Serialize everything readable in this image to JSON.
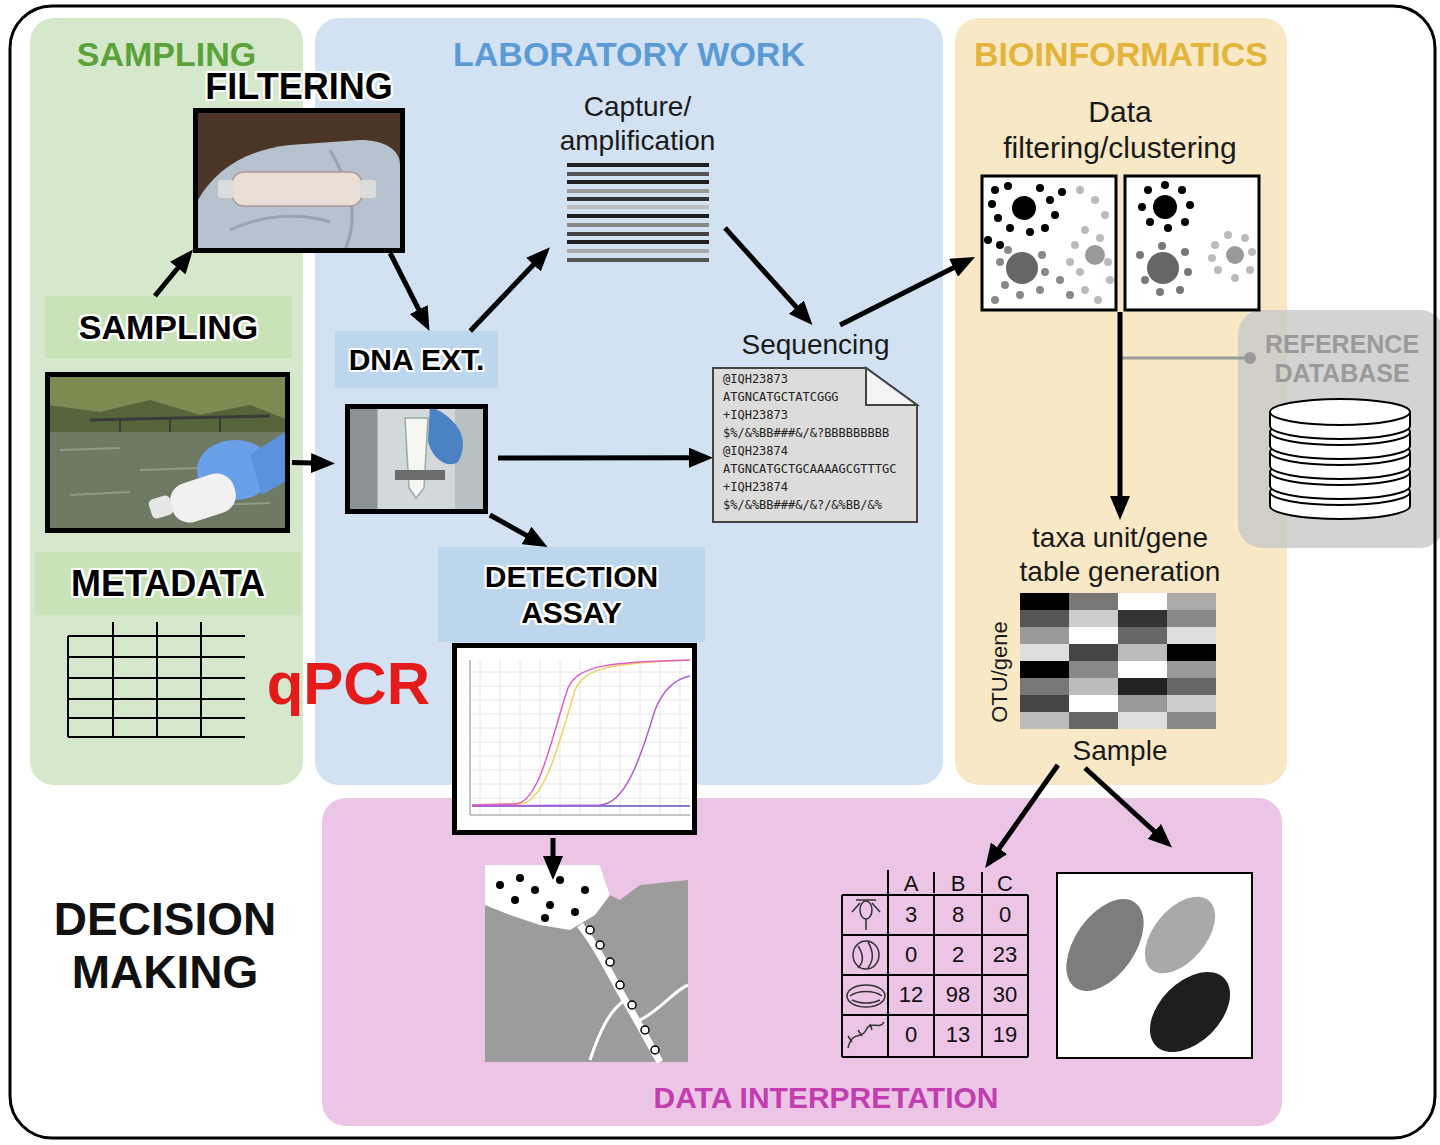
{
  "diagram": {
    "nodes": [
      {
        "text": [
          "SAMPLING"
        ]
      },
      {
        "text": [
          "FILTERING"
        ],
        "in": 0
      },
      {
        "text": [
          "SAMPLING"
        ],
        "in": 0
      },
      {
        "text": [
          "METADATA"
        ],
        "in": 0
      },
      {
        "text": [
          "LABORATORY WORK"
        ]
      },
      {
        "text": [
          "DNA EXT."
        ],
        "in": 4
      },
      {
        "text": [
          "Capture/ amplification"
        ],
        "in": 4
      },
      {
        "text": [
          "Sequencing",
          "@IQH23873",
          "ATGNCATGCTATCGGG",
          "+IQH23873",
          "$%/&%BB###&/&?BBBBBBBBB",
          "@IQH23874",
          "ATGNCATGCTGCAAAAGCGTTTGC",
          "+IQH23874",
          "$%/&%BB###&/&?/&%BB/&%"
        ],
        "in": 4
      },
      {
        "text": [
          "DETECTION ASSAY",
          "qPCR"
        ],
        "in": 4
      },
      {
        "text": [
          "BIOINFORMATICS"
        ]
      },
      {
        "text": [
          "Data filtering/clustering"
        ],
        "in": 9
      },
      {
        "text": [
          "REFERENCE DATABASE"
        ]
      },
      {
        "text": [
          "taxa unit/gene table generation",
          "OTU/gene",
          "Sample"
        ],
        "in": 9
      },
      {
        "text": [
          "DATA INTERPRETATION"
        ]
      },
      {
        "text": [
          "A",
          "B",
          "C",
          "3",
          "8",
          "0",
          "0",
          "2",
          "23",
          "12",
          "98",
          "30",
          "0",
          "13",
          "19"
        ],
        "in": 13
      }
    ],
    "edges": [
      {
        "from": 2,
        "to": 1,
        "arrow": "to"
      },
      {
        "from": 1,
        "to": 5,
        "arrow": "to"
      },
      {
        "from": 2,
        "to": 5,
        "arrow": "to"
      },
      {
        "from": 5,
        "to": 6,
        "arrow": "to"
      },
      {
        "from": 6,
        "to": 7,
        "arrow": "to"
      },
      {
        "from": 5,
        "to": 7,
        "arrow": "to"
      },
      {
        "from": 5,
        "to": 8,
        "arrow": "to"
      },
      {
        "from": 7,
        "to": 10,
        "arrow": "to"
      },
      {
        "from": 10,
        "to": 12,
        "arrow": "to"
      },
      {
        "from": 12,
        "to": 14,
        "arrow": "to"
      }
    ],
    "labels": [
      "DECISION MAKING"
    ]
  }
}
